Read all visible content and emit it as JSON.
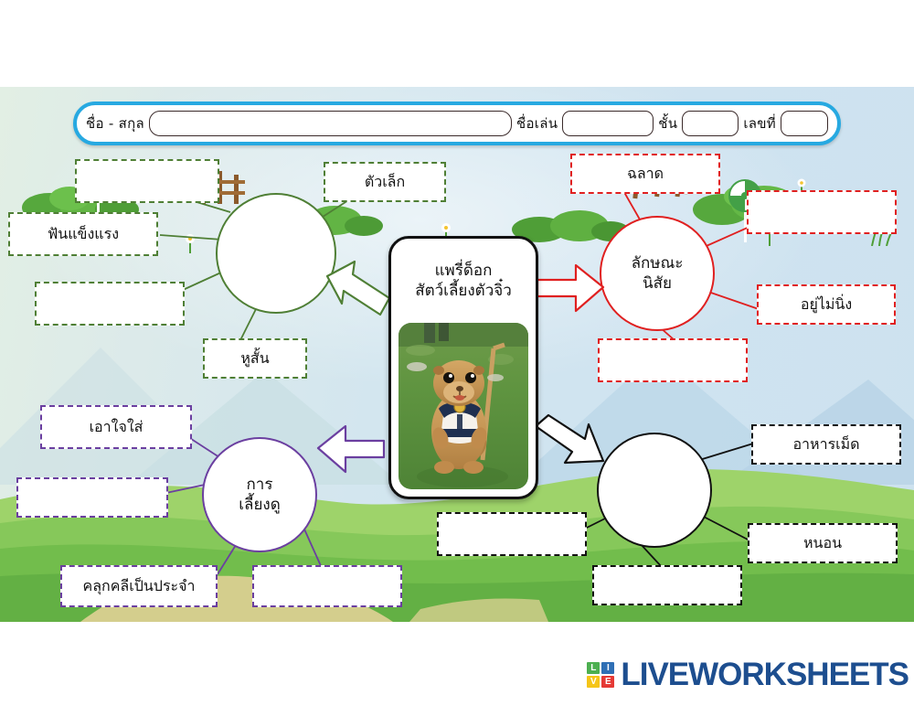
{
  "page": {
    "background_left": "#e2efe4",
    "background_right": "#cde2ef",
    "grass_color": "#7ac143"
  },
  "header": {
    "border_color": "#27a9e1",
    "fields": [
      {
        "label": "ชื่อ - สกุล",
        "value": "",
        "placeholder": ""
      },
      {
        "label": "ชื่อเล่น",
        "value": "",
        "placeholder": ""
      },
      {
        "label": "ชั้น",
        "value": "",
        "placeholder": ""
      },
      {
        "label": "เลขที่",
        "value": "",
        "placeholder": ""
      }
    ]
  },
  "center_card": {
    "title_line1": "แพรี่ด็อก",
    "title_line2": "สัตว์เลี้ยงตัวจิ๋ว",
    "photo_alt": "prairie-dog-photo"
  },
  "branches": {
    "green": {
      "color": "#4f7f35",
      "hub_label_line1": "",
      "hub_label_line2": "",
      "boxes": [
        {
          "text": ""
        },
        {
          "text": "ตัวเล็ก"
        },
        {
          "text": "ฟันแข็งแรง"
        },
        {
          "text": ""
        },
        {
          "text": "หูสั้น"
        }
      ]
    },
    "red": {
      "color": "#e02020",
      "hub_label_line1": "ลักษณะ",
      "hub_label_line2": "นิสัย",
      "boxes": [
        {
          "text": "ฉลาด"
        },
        {
          "text": ""
        },
        {
          "text": "อยู่ไม่นิ่ง"
        },
        {
          "text": ""
        }
      ]
    },
    "purple": {
      "color": "#6b3fa0",
      "hub_label_line1": "การ",
      "hub_label_line2": "เลี้ยงดู",
      "boxes": [
        {
          "text": "เอาใจใส่"
        },
        {
          "text": ""
        },
        {
          "text": "คลุกคลีเป็นประจำ"
        },
        {
          "text": ""
        }
      ]
    },
    "black": {
      "color": "#111111",
      "hub_label_line1": "",
      "hub_label_line2": "",
      "boxes": [
        {
          "text": "อาหารเม็ด"
        },
        {
          "text": "หนอน"
        },
        {
          "text": ""
        },
        {
          "text": ""
        }
      ]
    }
  },
  "footer": {
    "brand": "LIVEWORKSHEETS",
    "logo_tiles": [
      {
        "letter": "L",
        "color": "#4caf50"
      },
      {
        "letter": "I",
        "color": "#2f6fb5"
      },
      {
        "letter": "V",
        "color": "#f5c518"
      },
      {
        "letter": "E",
        "color": "#e53935"
      }
    ],
    "brand_color": "#1d4e8f"
  }
}
